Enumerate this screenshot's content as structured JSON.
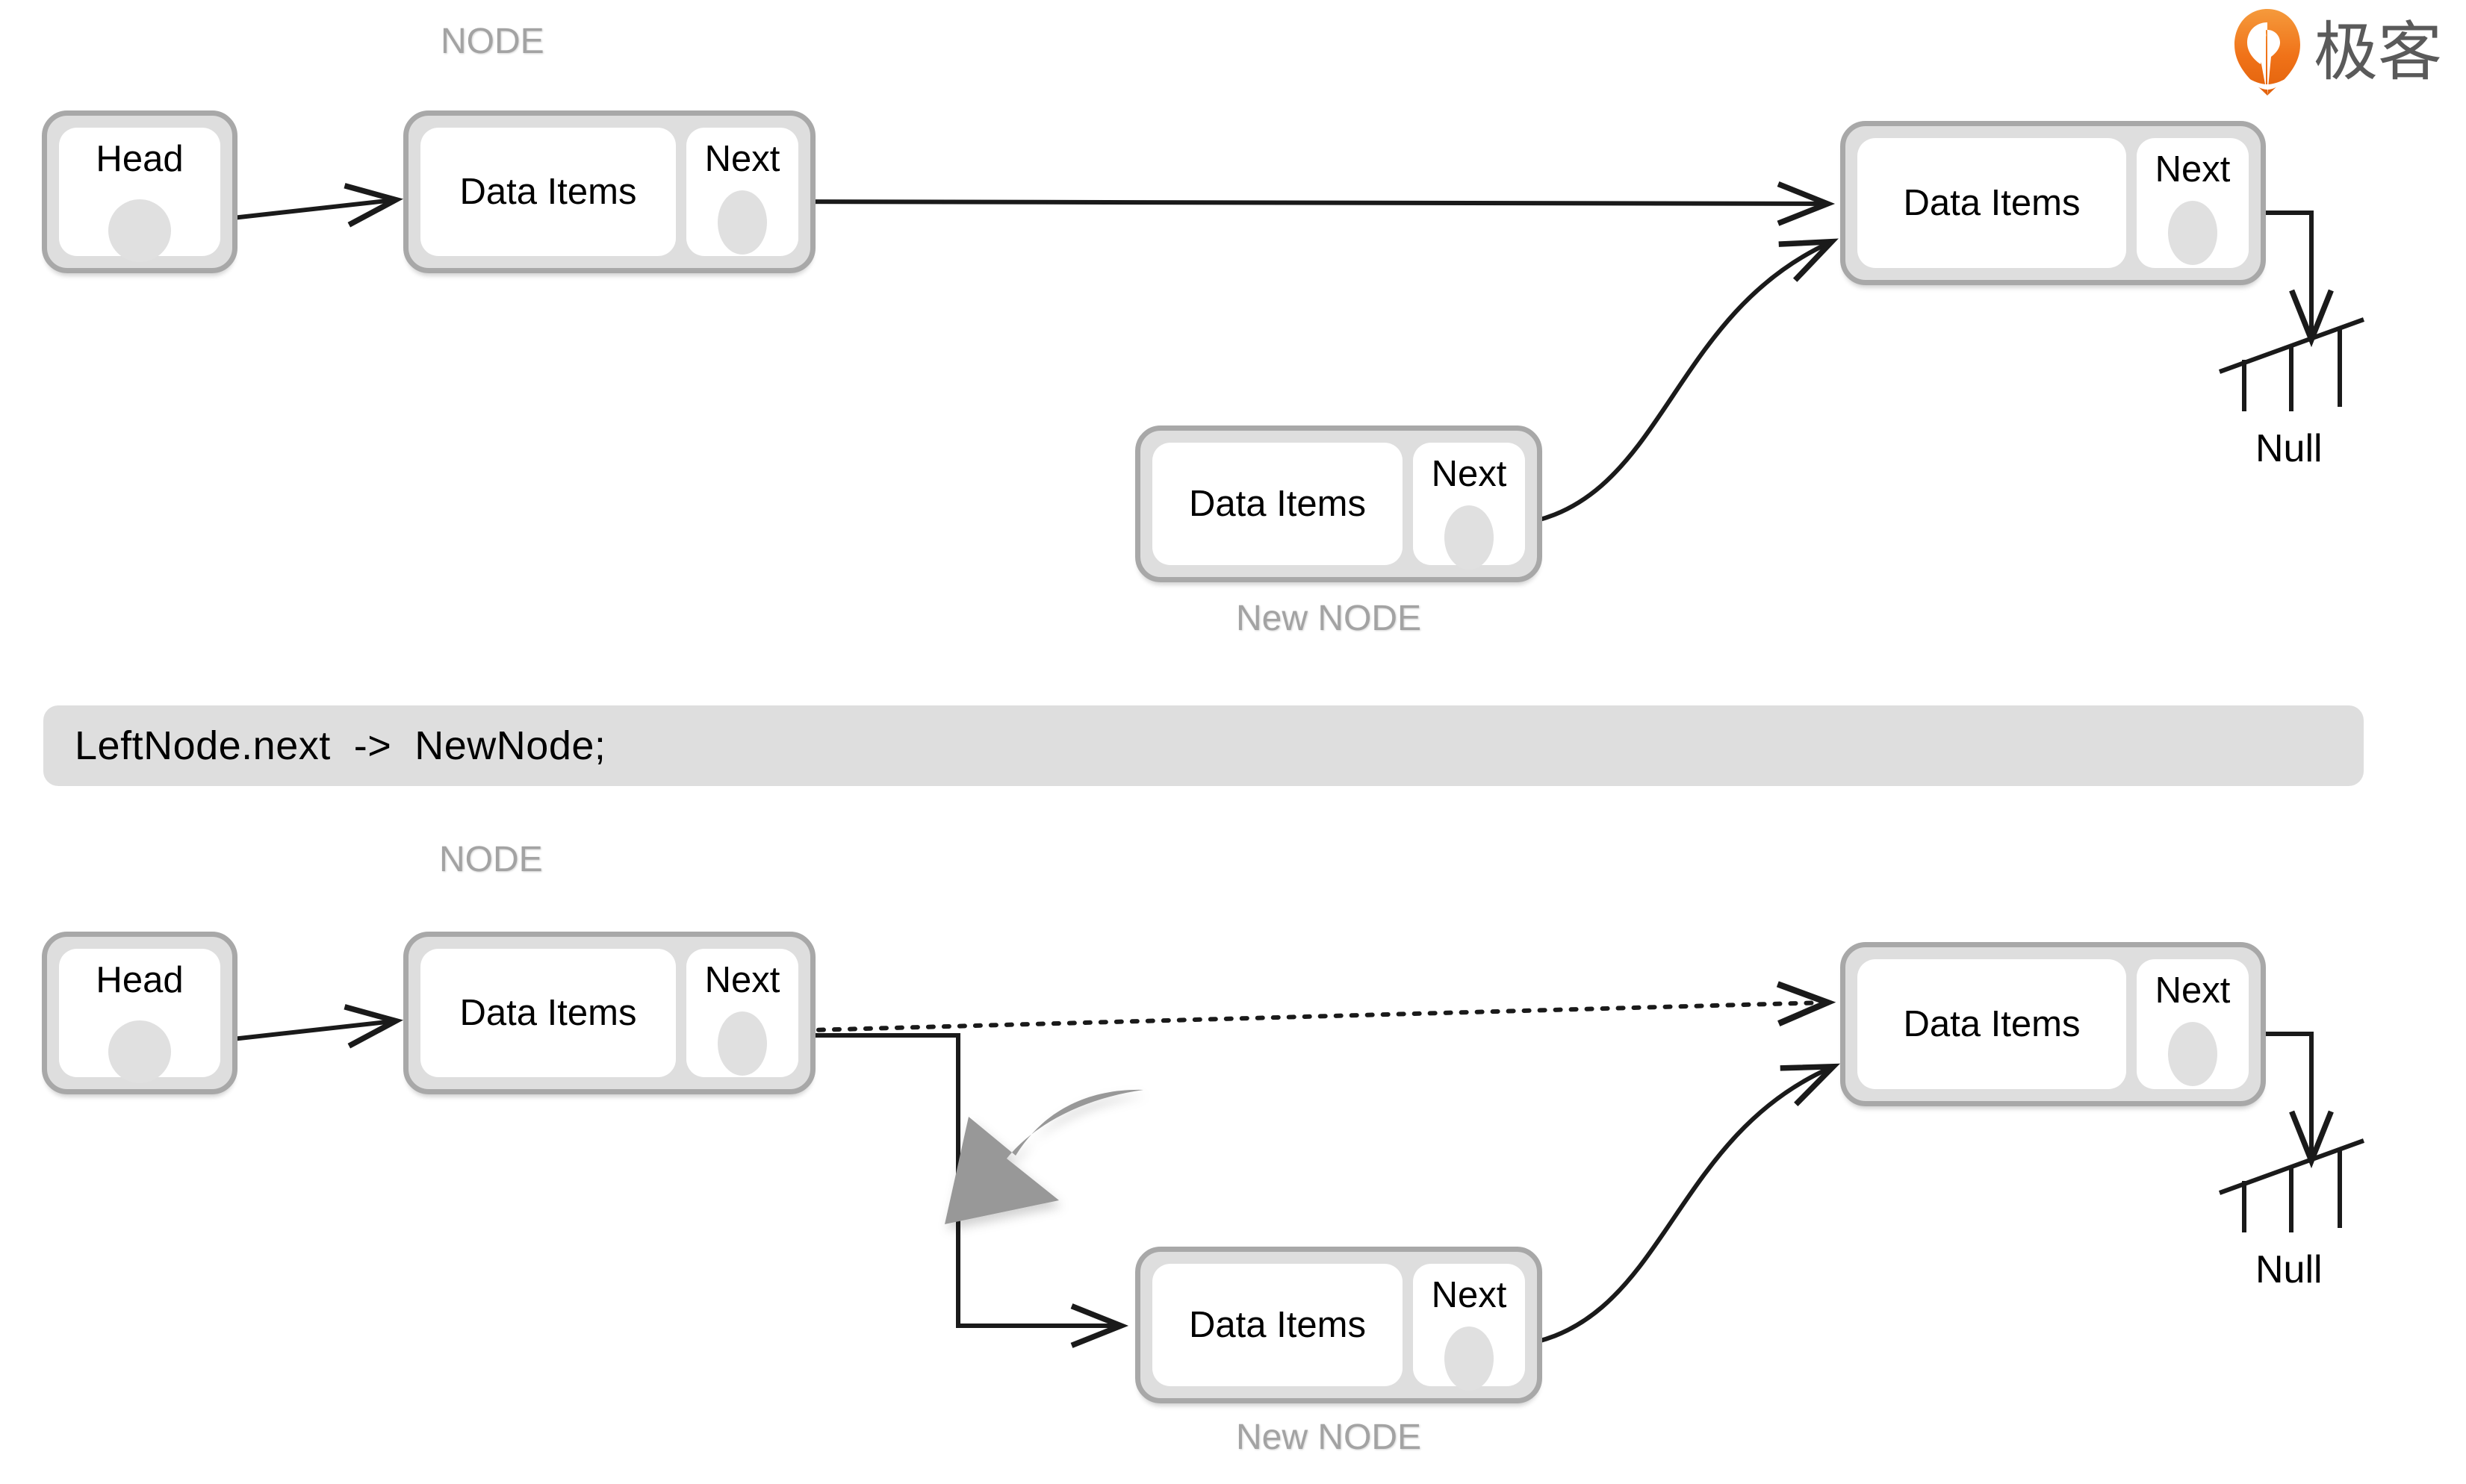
{
  "diagram": {
    "title_top": "NODE",
    "title_bottom": "NODE",
    "new_node_caption_top": "New NODE",
    "new_node_caption_bottom": "New NODE",
    "null_label_top": "Null",
    "null_label_bottom": "Null",
    "head_label_top": "Head",
    "head_label_bottom": "Head",
    "data_label": "Data Items",
    "next_label": "Next",
    "panels": {
      "top": {
        "head": {
          "label": "Head"
        },
        "left_node": {
          "data": "Data Items",
          "next": "Next"
        },
        "right_node": {
          "data": "Data Items",
          "next": "Next"
        },
        "new_node": {
          "data": "Data Items",
          "next": "Next",
          "caption": "New NODE"
        },
        "terminator": "Null",
        "caption": "NODE"
      },
      "bottom": {
        "head": {
          "label": "Head"
        },
        "left_node": {
          "data": "Data Items",
          "next": "Next"
        },
        "right_node": {
          "data": "Data Items",
          "next": "Next"
        },
        "new_node": {
          "data": "Data Items",
          "next": "Next",
          "caption": "New NODE"
        },
        "terminator": "Null",
        "caption": "NODE"
      }
    }
  },
  "code_bar": {
    "text": "LeftNode.next  ->  NewNode;"
  },
  "logo": {
    "text": "极客",
    "mark_name": "geek-pin-logo",
    "accent_color": "#F07218",
    "accent_color_dark": "#E2620C",
    "text_color": "#5A5A5A"
  },
  "colors": {
    "box_border": "#A8A8A8",
    "box_fill": "#DEDEDE",
    "cell_fill": "#FFFFFF",
    "dot_fill": "#E0E0E0",
    "caption_gray": "#A3A3A3",
    "wire_black": "#1A1A1A",
    "annotation_arrow_gray": "#989898",
    "codebar_fill": "#DEDEDE"
  },
  "annotations": {
    "curved_arrow_name": "redirect-annotation-arrow",
    "dotted_link_name": "broken-link-dotted"
  }
}
